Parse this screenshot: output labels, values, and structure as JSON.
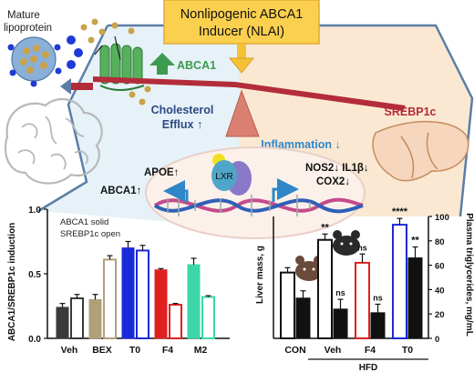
{
  "header": {
    "line1": "Nonlipogenic ABCA1",
    "line2": "Inducer (NLAI)"
  },
  "cell": {
    "mature_label_1": "Mature",
    "mature_label_2": "lipoprotein",
    "abca1_protein_label": "ABCA1",
    "efflux_line1": "Cholesterol",
    "efflux_line2": "Efflux ↑",
    "srebp_label": "SREBP1c",
    "inflammation_label": "Inflammation ↓",
    "nucleus": {
      "lxr": "LXR",
      "apoe": "APOE↑",
      "abca1_gene": "ABCA1↑",
      "nos2_il1b": "NOS2↓ IL1β↓",
      "cox2": "COX2↓"
    },
    "colors": {
      "header_fill": "#fbd04e",
      "cell_fill": "#e6f2f8",
      "cell_border": "#5a7ea6",
      "liver_fill": "#fbe8d3",
      "abca1_green": "#3e9a4f",
      "srebp_red": "#b32c3a",
      "inflammation_blue": "#2f86c8",
      "efflux_navy": "#2c4a82"
    }
  },
  "left_chart": {
    "legend_line1": "ABCA1 solid",
    "legend_line2": "SREBP1c open",
    "chart_data": {
      "type": "bar",
      "ylabel": "ABCA1/SREBP1c induction",
      "ylim": [
        0,
        1.0
      ],
      "yticks": [
        "0.0",
        "0.5",
        "1.0"
      ],
      "categories": [
        "Veh",
        "BEX",
        "T0",
        "F4",
        "M2"
      ],
      "series": [
        {
          "name": "ABCA1",
          "values": [
            0.24,
            0.3,
            0.7,
            0.53,
            0.57
          ],
          "errors": [
            0.03,
            0.04,
            0.05,
            0.01,
            0.05
          ]
        },
        {
          "name": "SREBP1c",
          "values": [
            0.31,
            0.61,
            0.68,
            0.26,
            0.32
          ],
          "errors": [
            0.03,
            0.03,
            0.04,
            0.01,
            0.01
          ]
        }
      ],
      "group_colors": [
        "#3a3a3a",
        "#b0a07a",
        "#1a2ad8",
        "#e02020",
        "#3cd6a8"
      ]
    }
  },
  "right_chart": {
    "group_label": "HFD",
    "chart_data": {
      "type": "bar",
      "ylabel_left": "Liver mass, g",
      "ylabel_right": "Plasma triglycerides, mg/mL",
      "ylim_left": [
        0,
        2.5
      ],
      "ylim_right": [
        0,
        100
      ],
      "yticks_right": [
        "0",
        "20",
        "40",
        "60",
        "80",
        "100"
      ],
      "categories": [
        "CON",
        "Veh",
        "F4",
        "T0"
      ],
      "series": [
        {
          "name": "Liver mass",
          "values": [
            1.35,
            2.02,
            1.55,
            2.33
          ],
          "errors": [
            0.1,
            0.12,
            0.18,
            0.13
          ]
        },
        {
          "name": "Plasma triglycerides",
          "values": [
            33,
            24,
            21,
            66
          ],
          "errors": [
            6,
            8,
            7,
            9
          ]
        }
      ],
      "group_colors": [
        "#111111",
        "#111111",
        "#e02020",
        "#1a2ad8"
      ],
      "significance": [
        {
          "group": "Veh",
          "liver": "**",
          "tg": "ns"
        },
        {
          "group": "F4",
          "liver": "ns",
          "tg": "ns"
        },
        {
          "group": "T0",
          "liver": "****",
          "tg": "**"
        }
      ]
    }
  }
}
